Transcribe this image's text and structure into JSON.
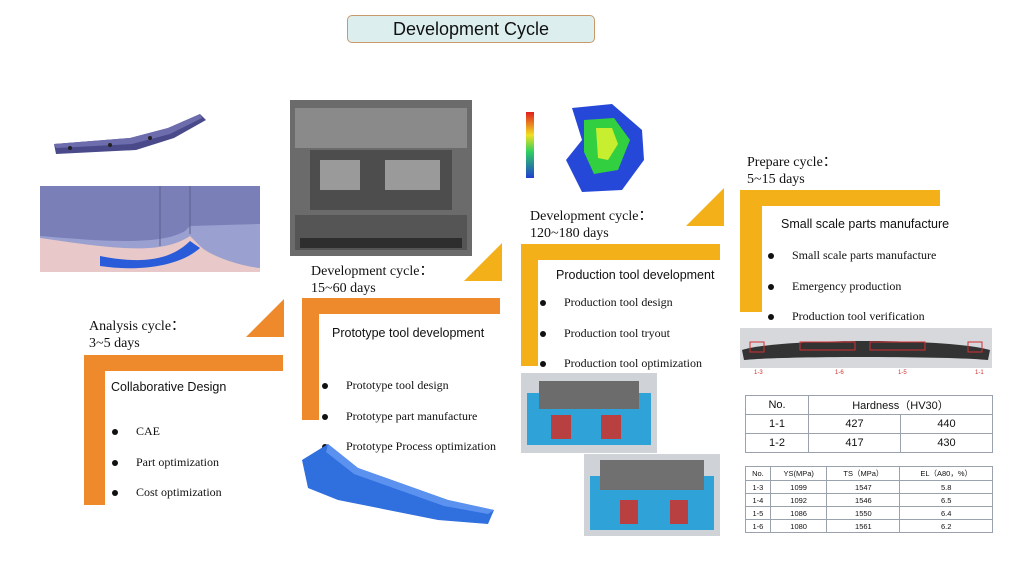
{
  "title": "Development Cycle",
  "phases": [
    {
      "cycle": "Analysis cycle：",
      "days": "3~5 days",
      "heading": "Collaborative Design",
      "items": [
        "CAE",
        "Part optimization",
        "Cost optimization"
      ]
    },
    {
      "cycle": "Development cycle：",
      "days": "15~60 days",
      "heading": "Prototype tool development",
      "items": [
        "Prototype tool design",
        "Prototype part manufacture",
        "Prototype Process optimization"
      ]
    },
    {
      "cycle": "Development cycle：",
      "days": "120~180 days",
      "heading": "Production tool development",
      "items": [
        "Production tool design",
        "Production tool tryout",
        "Production tool optimization"
      ]
    },
    {
      "cycle": "Prepare cycle：",
      "days": "5~15 days",
      "heading": "Small scale parts manufacture",
      "items": [
        "Small scale parts manufacture",
        "Emergency production",
        "Production tool verification"
      ]
    }
  ],
  "hardness_table": {
    "headers": [
      "No.",
      "Hardness（HV30）"
    ],
    "rows": [
      [
        "1-1",
        "427",
        "440"
      ],
      [
        "1-2",
        "417",
        "430"
      ]
    ]
  },
  "tensile_table": {
    "headers": [
      "No.",
      "YS(MPa)",
      "TS（MPa）",
      "EL（A80，%）"
    ],
    "rows": [
      [
        "1-3",
        "1099",
        "1547",
        "5.8"
      ],
      [
        "1-4",
        "1092",
        "1546",
        "6.5"
      ],
      [
        "1-5",
        "1086",
        "1550",
        "6.4"
      ],
      [
        "1-6",
        "1080",
        "1561",
        "6.2"
      ]
    ]
  },
  "part_labels": [
    "1-3",
    "1-6",
    "1-5",
    "1-1"
  ],
  "colors": {
    "orange": "#ef8a2c",
    "gold": "#f3b018",
    "title_bg": "#dcefee"
  }
}
